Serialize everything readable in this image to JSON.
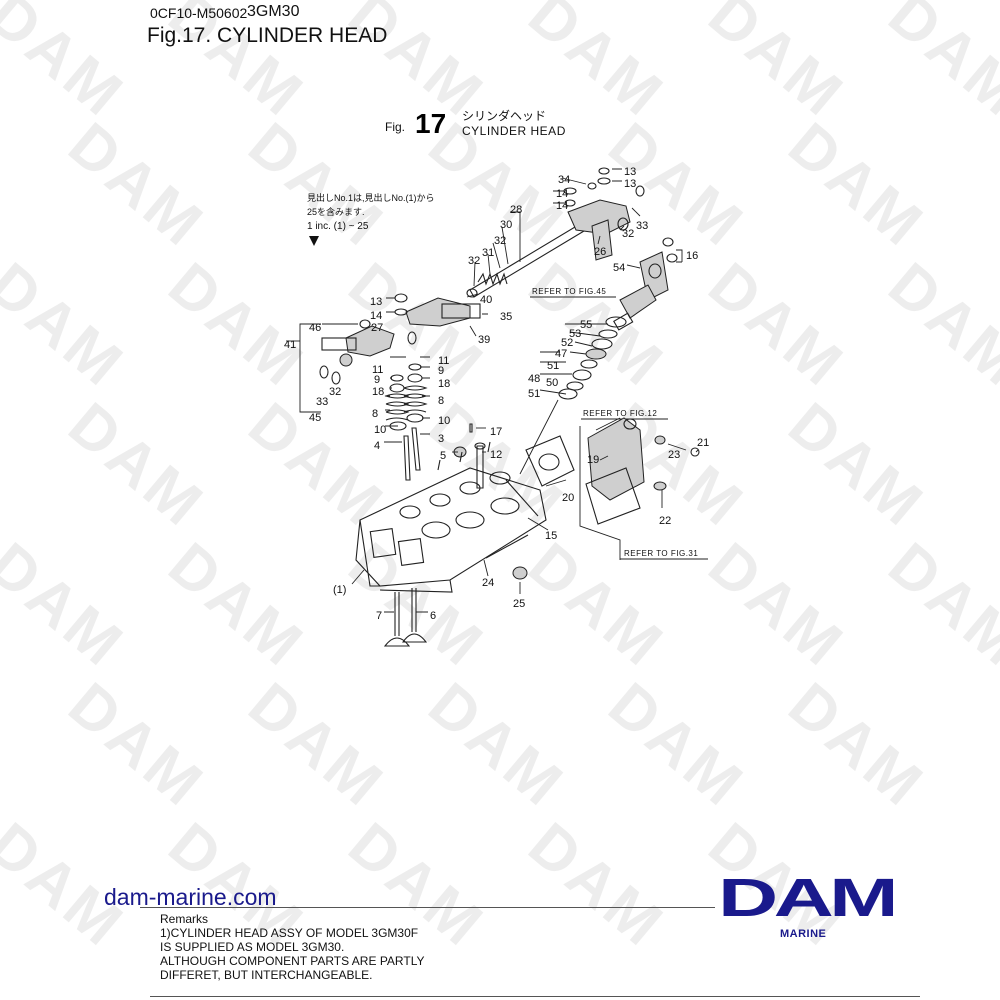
{
  "header": {
    "doc_code": "0CF10-M50602",
    "model": "3GM30",
    "title": "Fig.17.  CYLINDER HEAD"
  },
  "figure": {
    "fig_prefix": "Fig.",
    "fig_number": "17",
    "japanese_title": "シリンダヘッド",
    "english_title": "CYLINDER HEAD",
    "note_line1": "見出しNo.1は,見出しNo.(1)から",
    "note_line2": "25を含みます.",
    "note_line3": "1 inc. (1) ~ 25",
    "refs": {
      "fig45": "REFER TO FIG.45",
      "fig12": "REFER TO FIG.12",
      "fig31": "REFER TO FIG.31"
    },
    "callouts": [
      "34",
      "13",
      "14",
      "13",
      "14",
      "33",
      "32",
      "26",
      "28",
      "30",
      "32",
      "31",
      "32",
      "16",
      "54",
      "40",
      "13",
      "14",
      "27",
      "35",
      "46",
      "39",
      "41",
      "11",
      "9",
      "18",
      "8",
      "10",
      "32",
      "33",
      "45",
      "11",
      "9",
      "18",
      "8",
      "10",
      "4",
      "3",
      "5",
      "17",
      "12",
      "55",
      "53",
      "52",
      "47",
      "51",
      "48",
      "50",
      "51",
      "19",
      "20",
      "23",
      "21",
      "22",
      "15",
      "24",
      "25",
      "(1)",
      "7",
      "6"
    ]
  },
  "footer": {
    "site": "dam-marine.com",
    "remarks_title": "Remarks",
    "remarks_lines": [
      "1)CYLINDER HEAD ASSY OF MODEL 3GM30F",
      "IS SUPPLIED AS MODEL 3GM30.",
      "ALTHOUGH COMPONENT PARTS ARE PARTLY",
      "DIFFERET, BUT INTERCHANGEABLE."
    ],
    "logo_text": "DAM",
    "logo_sub": "MARINE",
    "watermark_text": "DAM"
  },
  "colors": {
    "brand_blue": "#1a1a8c",
    "watermark": "#ededed",
    "text": "#111111"
  }
}
